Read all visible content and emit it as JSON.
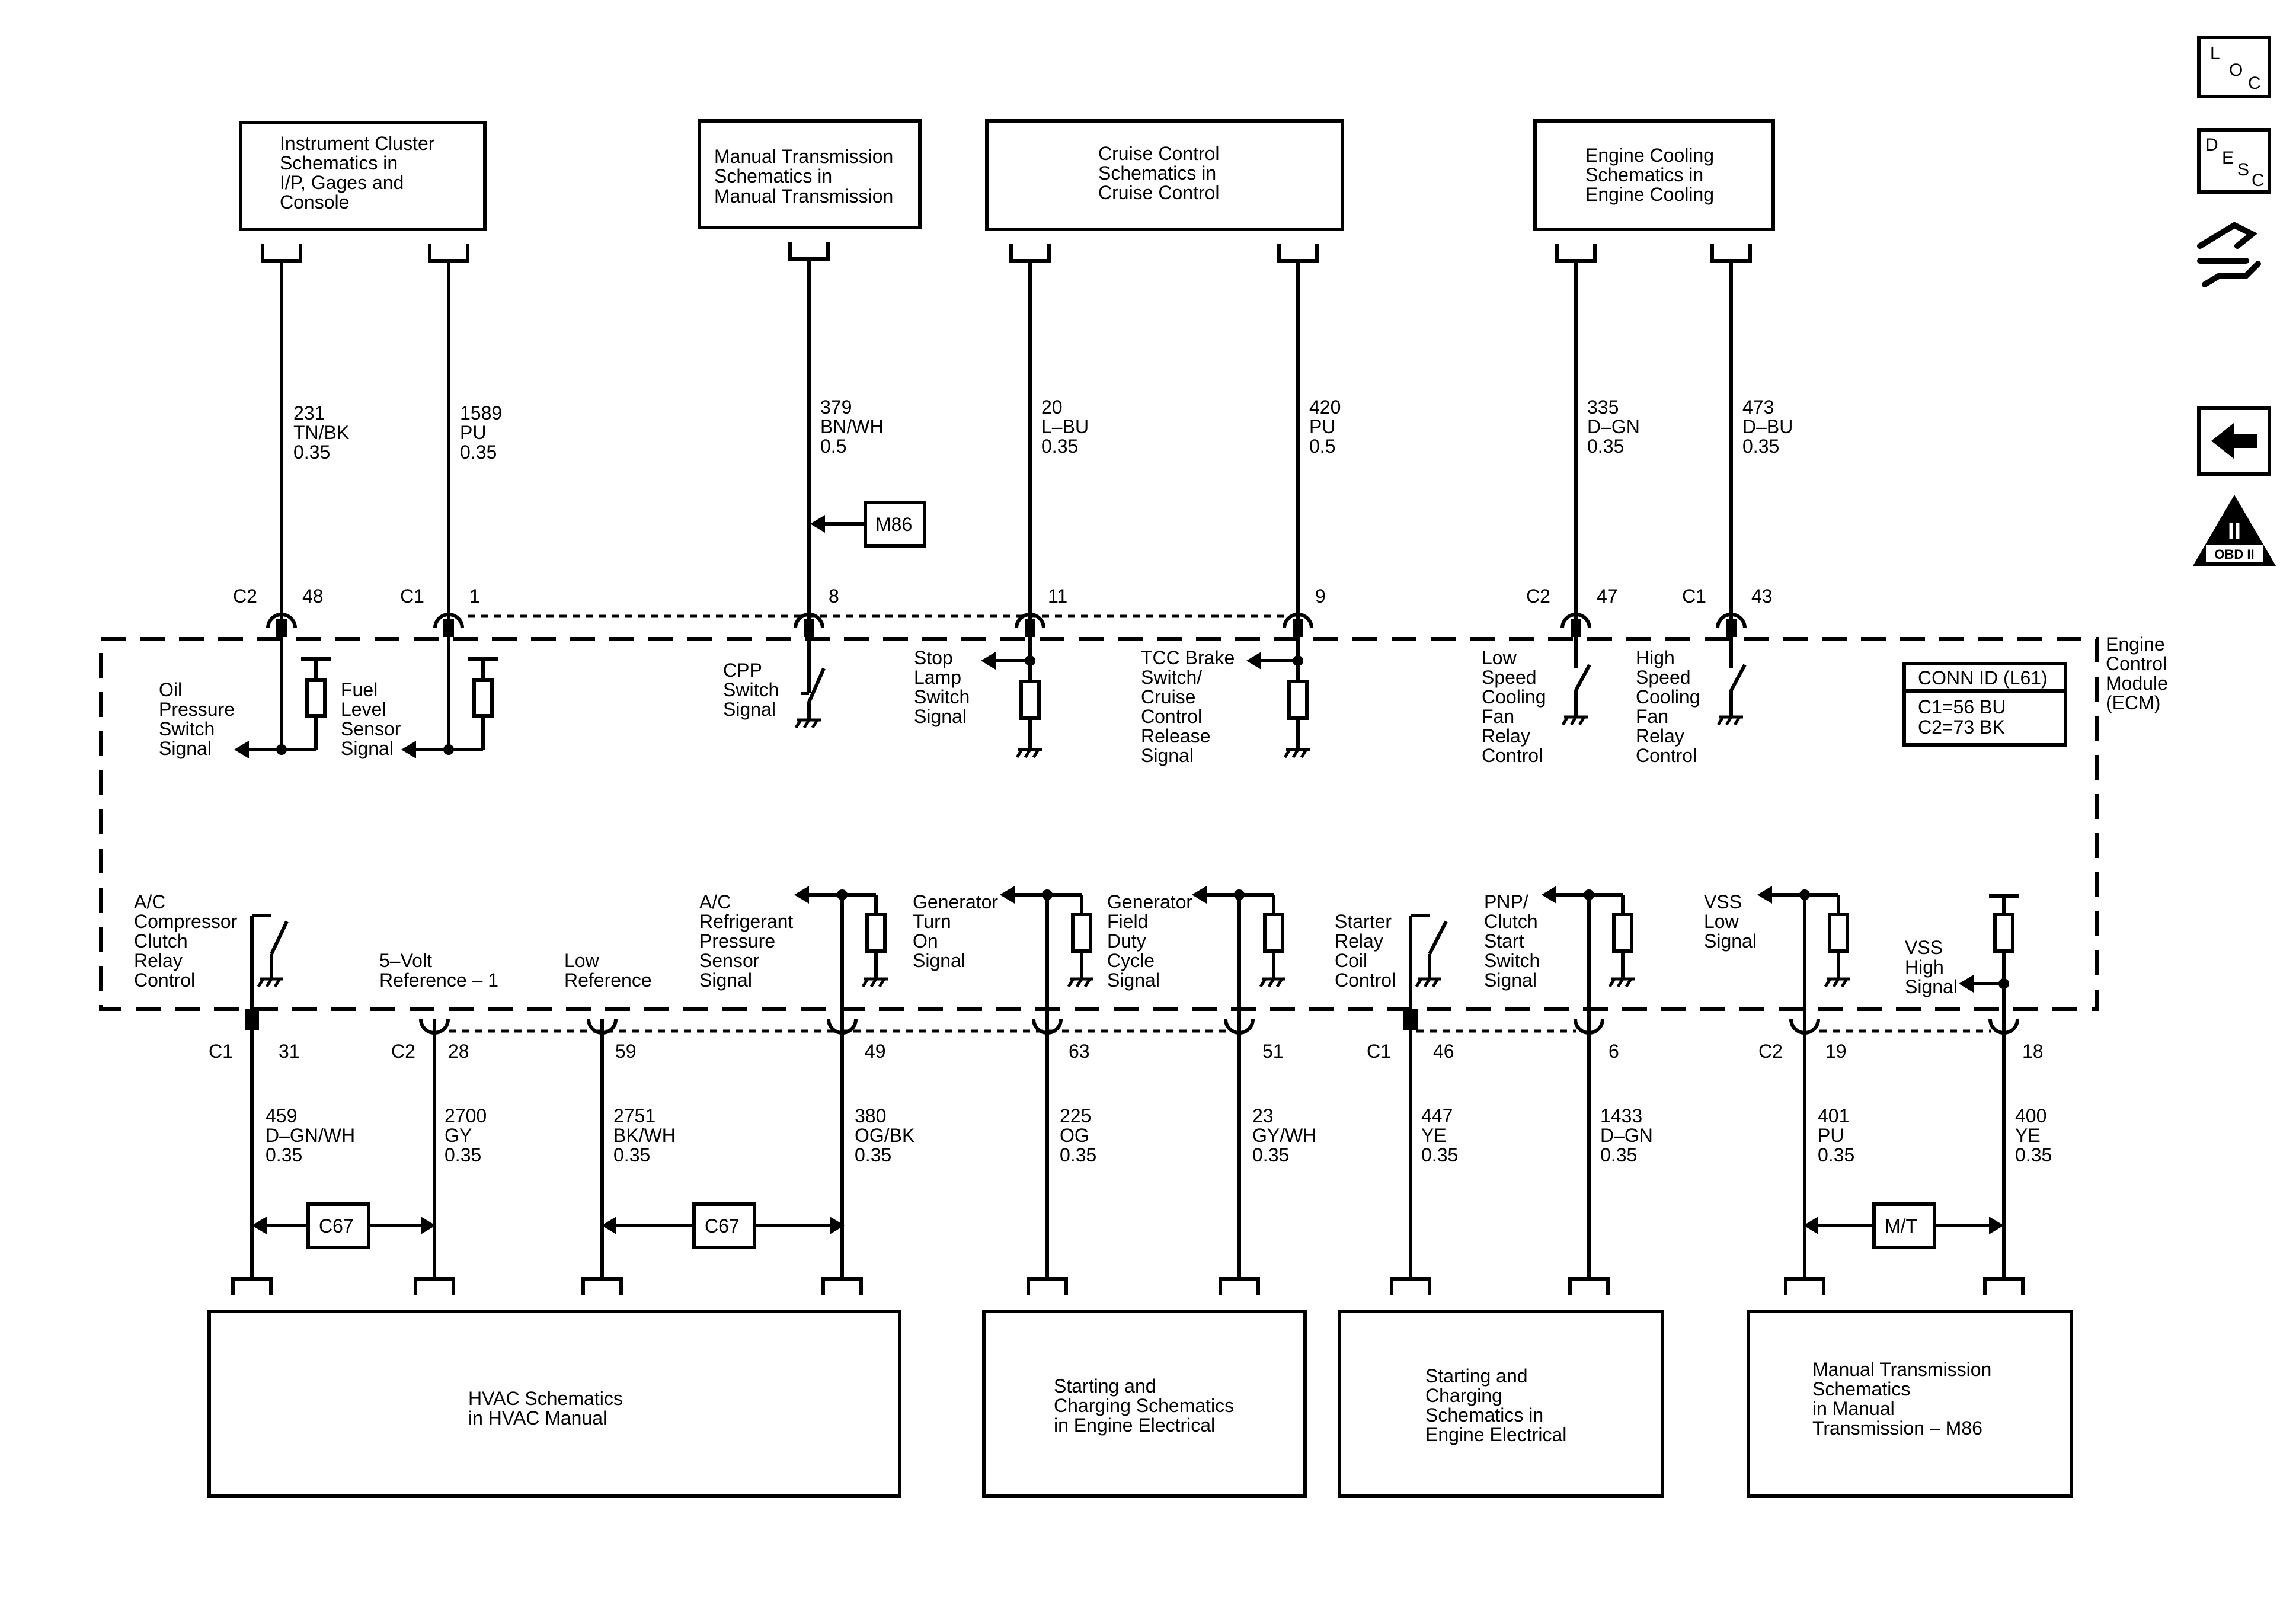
{
  "top_boxes": [
    {
      "lines": [
        "Instrument Cluster",
        "Schematics in",
        "I/P, Gages and",
        "Console"
      ]
    },
    {
      "lines": [
        "Manual Transmission",
        "Schematics in",
        "Manual Transmission"
      ]
    },
    {
      "lines": [
        "Cruise Control",
        "Schematics in",
        "Cruise Control"
      ]
    },
    {
      "lines": [
        "Engine Cooling",
        "Schematics in",
        "Engine Cooling"
      ]
    }
  ],
  "bottom_boxes": [
    {
      "lines": [
        "HVAC Schematics",
        "in HVAC Manual"
      ]
    },
    {
      "lines": [
        "Starting and",
        "Charging Schematics",
        "in Engine Electrical"
      ]
    },
    {
      "lines": [
        "Starting and",
        "Charging",
        "Schematics in",
        "Engine Electrical"
      ]
    },
    {
      "lines": [
        "Manual Transmission",
        "Schematics",
        "in Manual",
        "Transmission – M86"
      ]
    }
  ],
  "top_wires": [
    {
      "circuit": "231",
      "color": "TN/BK",
      "gauge": "0.35",
      "connector": "C2",
      "pin": "48"
    },
    {
      "circuit": "1589",
      "color": "PU",
      "gauge": "0.35",
      "connector": "C1",
      "pin": "1"
    },
    {
      "circuit": "379",
      "color": "BN/WH",
      "gauge": "0.5",
      "connector": "",
      "pin": "8"
    },
    {
      "circuit": "20",
      "color": "L–BU",
      "gauge": "0.35",
      "connector": "",
      "pin": "11"
    },
    {
      "circuit": "420",
      "color": "PU",
      "gauge": "0.5",
      "connector": "",
      "pin": "9"
    },
    {
      "circuit": "335",
      "color": "D–GN",
      "gauge": "0.35",
      "connector": "C2",
      "pin": "47"
    },
    {
      "circuit": "473",
      "color": "D–BU",
      "gauge": "0.35",
      "connector": "C1",
      "pin": "43"
    }
  ],
  "bottom_wires": [
    {
      "circuit": "459",
      "color": "D–GN/WH",
      "gauge": "0.35",
      "connector": "C1",
      "pin": "31"
    },
    {
      "circuit": "2700",
      "color": "GY",
      "gauge": "0.35",
      "connector": "C2",
      "pin": "28"
    },
    {
      "circuit": "2751",
      "color": "BK/WH",
      "gauge": "0.35",
      "connector": "",
      "pin": "59"
    },
    {
      "circuit": "380",
      "color": "OG/BK",
      "gauge": "0.35",
      "connector": "",
      "pin": "49"
    },
    {
      "circuit": "225",
      "color": "OG",
      "gauge": "0.35",
      "connector": "",
      "pin": "63"
    },
    {
      "circuit": "23",
      "color": "GY/WH",
      "gauge": "0.35",
      "connector": "",
      "pin": "51"
    },
    {
      "circuit": "447",
      "color": "YE",
      "gauge": "0.35",
      "connector": "C1",
      "pin": "46"
    },
    {
      "circuit": "1433",
      "color": "D–GN",
      "gauge": "0.35",
      "connector": "",
      "pin": "6"
    },
    {
      "circuit": "401",
      "color": "PU",
      "gauge": "0.35",
      "connector": "C2",
      "pin": "19"
    },
    {
      "circuit": "400",
      "color": "YE",
      "gauge": "0.35",
      "connector": "",
      "pin": "18"
    }
  ],
  "top_signals": [
    [
      "Oil",
      "Pressure",
      "Switch",
      "Signal"
    ],
    [
      "Fuel",
      "Level",
      "Sensor",
      "Signal"
    ],
    [
      "CPP",
      "Switch",
      "Signal"
    ],
    [
      "Stop",
      "Lamp",
      "Switch",
      "Signal"
    ],
    [
      "TCC Brake",
      "Switch/",
      "Cruise",
      "Control",
      "Release",
      "Signal"
    ],
    [
      "Low",
      "Speed",
      "Cooling",
      "Fan",
      "Relay",
      "Control"
    ],
    [
      "High",
      "Speed",
      "Cooling",
      "Fan",
      "Relay",
      "Control"
    ]
  ],
  "bottom_signals": [
    [
      "A/C",
      "Compressor",
      "Clutch",
      "Relay",
      "Control"
    ],
    [
      "5–Volt",
      "Reference – 1"
    ],
    [
      "Low",
      "Reference"
    ],
    [
      "A/C",
      "Refrigerant",
      "Pressure",
      "Sensor",
      "Signal"
    ],
    [
      "Generator",
      "Turn",
      "On",
      "Signal"
    ],
    [
      "Generator",
      "Field",
      "Duty",
      "Cycle",
      "Signal"
    ],
    [
      "Starter",
      "Relay",
      "Coil",
      "Control"
    ],
    [
      "PNP/",
      "Clutch",
      "Start",
      "Switch",
      "Signal"
    ],
    [
      "VSS",
      "Low",
      "Signal"
    ],
    [
      "VSS",
      "High",
      "Signal"
    ]
  ],
  "ecm": {
    "label": [
      "Engine",
      "Control",
      "Module",
      "(ECM)"
    ],
    "conn_id_title": "CONN ID (L61)",
    "conn_c1": "C1=56 BU",
    "conn_c2": "C2=73 BK"
  },
  "options": {
    "m86": "M86",
    "c67": "C67",
    "mt": "M/T"
  },
  "nav": {
    "loc": [
      "L",
      "O",
      "C"
    ],
    "desc": [
      "D",
      "E",
      "S",
      "C"
    ],
    "obd": "OBD II",
    "obd_numeral": "II"
  }
}
